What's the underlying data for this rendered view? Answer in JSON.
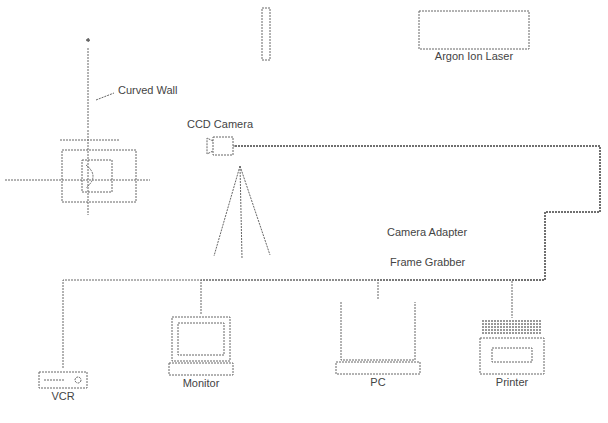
{
  "diagram": {
    "nodes": [
      {
        "text": [
          "Argon Ion Laser"
        ]
      },
      {
        "text": [
          "CCD Camera"
        ]
      },
      {
        "text": [
          "VCR"
        ]
      },
      {
        "text": [
          "Monitor"
        ]
      },
      {
        "text": [
          "PC"
        ]
      },
      {
        "text": [
          "Printer"
        ]
      }
    ],
    "edges": [
      {
        "from": 1,
        "to": 2,
        "arrow": "none"
      },
      {
        "from": 1,
        "to": 3,
        "arrow": "none"
      },
      {
        "from": 1,
        "to": 4,
        "arrow": "none"
      },
      {
        "from": 1,
        "to": 5,
        "arrow": "none"
      }
    ],
    "labels": [
      "Curved Wall",
      "Camera Adapter",
      "Frame Grabber"
    ]
  }
}
